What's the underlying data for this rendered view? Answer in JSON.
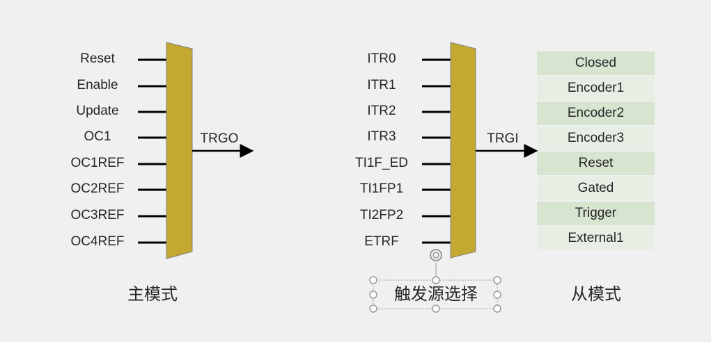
{
  "master": {
    "inputs": [
      "Reset",
      "Enable",
      "Update",
      "OC1",
      "OC1REF",
      "OC2REF",
      "OC3REF",
      "OC4REF"
    ],
    "output": "TRGO",
    "caption": "主模式"
  },
  "trigger": {
    "inputs": [
      "ITR0",
      "ITR1",
      "ITR2",
      "ITR3",
      "TI1F_ED",
      "TI1FP1",
      "TI2FP2",
      "ETRF"
    ],
    "output": "TRGI",
    "caption": "触发源选择"
  },
  "slave": {
    "modes": [
      "Closed",
      "Encoder1",
      "Encoder2",
      "Encoder3",
      "Reset",
      "Gated",
      "Trigger",
      "External1"
    ],
    "caption": "从模式"
  },
  "colors": {
    "mux": "#c3a832",
    "row_dark": "#d6e4d0",
    "row_light": "#e7efe4",
    "background": "#f0f0f0"
  }
}
